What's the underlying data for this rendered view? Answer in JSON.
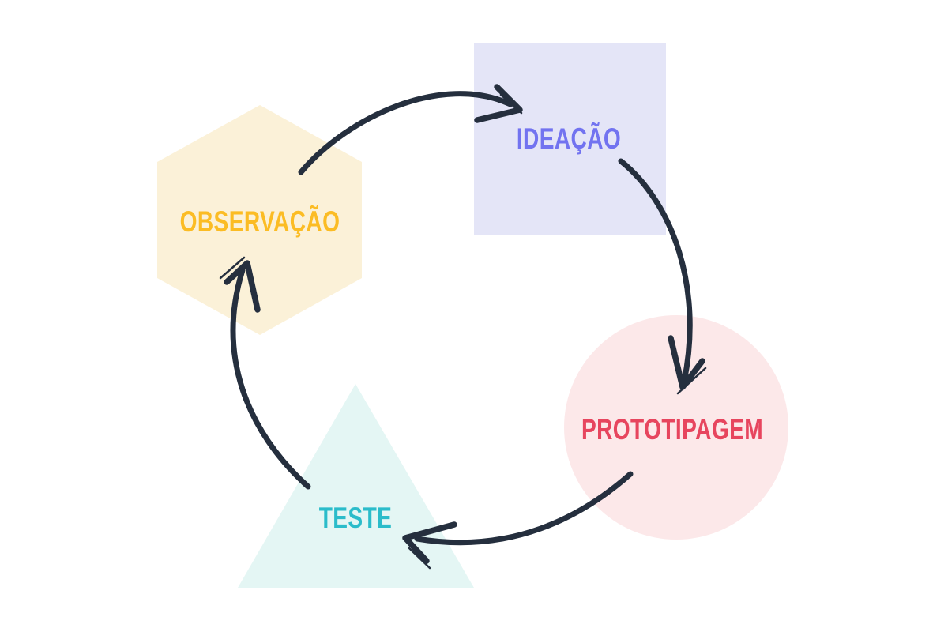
{
  "diagram": {
    "name": "design-thinking-cycle",
    "background": "#ffffff",
    "arrow_color": "#252f3e",
    "stages": [
      {
        "id": "observacao",
        "label": "OBSERVAÇÃO",
        "shape": "hexagon",
        "shape_color": "#fbf1d8",
        "label_color": "#fbbc24"
      },
      {
        "id": "ideacao",
        "label": "IDEAÇÃO",
        "shape": "square",
        "shape_color": "#e4e5f7",
        "label_color": "#7273f0"
      },
      {
        "id": "prototipagem",
        "label": "PROTOTIPAGEM",
        "shape": "circle",
        "shape_color": "#fce8e9",
        "label_color": "#e7455e"
      },
      {
        "id": "teste",
        "label": "TESTE",
        "shape": "triangle",
        "shape_color": "#e4f6f4",
        "label_color": "#2bbcca"
      }
    ],
    "connections": [
      {
        "from": "observacao",
        "to": "ideacao"
      },
      {
        "from": "ideacao",
        "to": "prototipagem"
      },
      {
        "from": "prototipagem",
        "to": "teste"
      },
      {
        "from": "teste",
        "to": "observacao"
      }
    ]
  }
}
